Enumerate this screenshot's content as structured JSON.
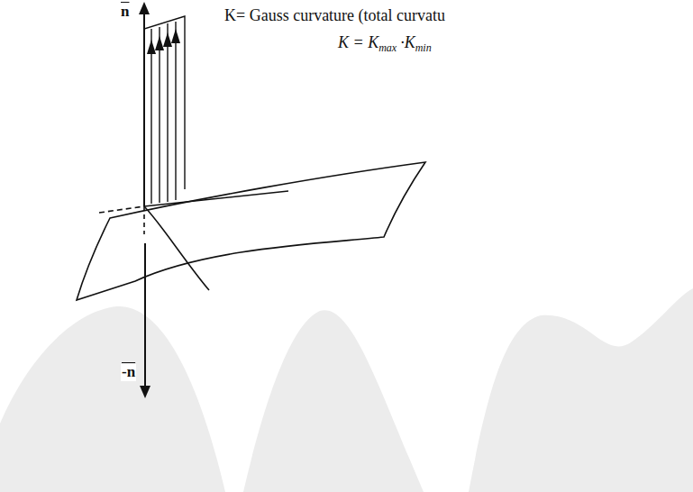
{
  "diagram": {
    "labels": [
      "n",
      "-n",
      "K= Gauss curvature (total curvatu",
      "K = K",
      "max",
      "·K",
      "min"
    ]
  }
}
